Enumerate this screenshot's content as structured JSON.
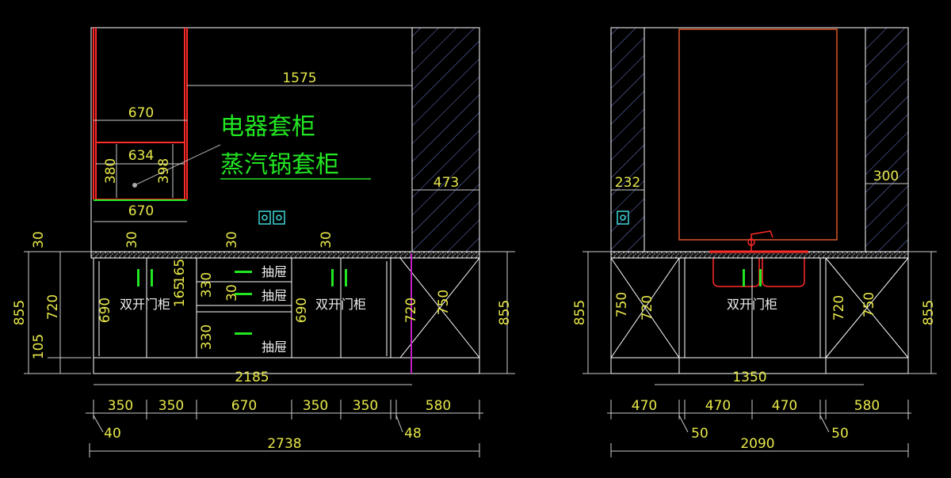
{
  "drawing": {
    "colors": {
      "background": "#000000",
      "line": "#ffffff",
      "dimension": "#e8e84a",
      "appliance_cabinet": "#ff2a2a",
      "label": "#22e622",
      "socket": "#3fd6d6",
      "fridge_outline": "#e0562a",
      "hatch": "#6f7fd8",
      "magenta": "#c020c0"
    },
    "left": {
      "label_line1": "电器套柜",
      "label_line2": "蒸汽锅套柜",
      "dims": {
        "d1575": "1575",
        "d670_top": "670",
        "d634": "634",
        "d380": "380",
        "d398": "398",
        "d670_bottom": "670",
        "d473": "473",
        "d30_a": "30",
        "d30_b": "30",
        "d30_c": "30",
        "d30_d": "30",
        "d30_e": "30",
        "d855_left": "855",
        "d720_left": "720",
        "d105": "105",
        "d690_a": "690",
        "d165_a": "165",
        "d165_b": "165",
        "d330_a": "330",
        "d330_b": "330",
        "d690_b": "690",
        "d720_right": "720",
        "d750": "750",
        "d855_right": "855",
        "d2185": "2185",
        "d350_a": "350",
        "d350_b": "350",
        "d670_base": "670",
        "d350_c": "350",
        "d350_d": "350",
        "d580": "580",
        "d40": "40",
        "d48": "48",
        "d2738": "2738"
      },
      "texts": {
        "double_door_left": "双开门柜",
        "double_door_right": "双开门柜",
        "drawer_1": "抽屉",
        "drawer_2": "抽屉",
        "drawer_3": "抽屉"
      }
    },
    "right": {
      "dims": {
        "d232": "232",
        "d300": "300",
        "d855_left": "855",
        "d750_left": "750",
        "d720_left": "720",
        "d720_right": "720",
        "d750_right": "750",
        "d855_right": "855",
        "d1350": "1350",
        "d470_a": "470",
        "d470_b": "470",
        "d470_c": "470",
        "d580": "580",
        "d50_a": "50",
        "d50_b": "50",
        "d2090": "2090"
      },
      "texts": {
        "double_door": "双开门柜"
      }
    }
  }
}
